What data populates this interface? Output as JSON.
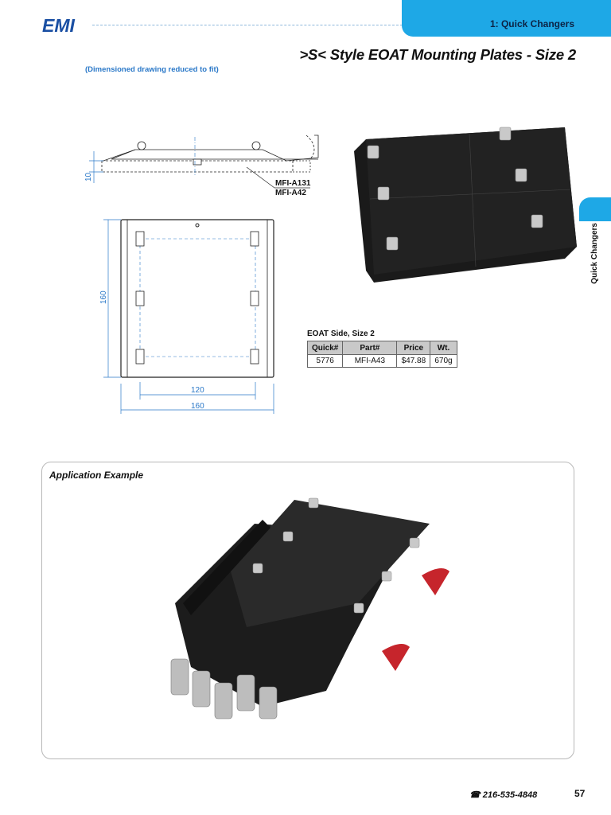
{
  "header": {
    "logo_text": "EMI",
    "section": "1: Quick Changers"
  },
  "title": ">S< Style EOAT Mounting Plates - Size 2",
  "drawing_note": "(Dimensioned drawing reduced to fit)",
  "drawing": {
    "dim_height": "10",
    "callout_1": "MFI-A131",
    "callout_2": "MFI-A42",
    "dim_side": "160",
    "dim_inner": "120",
    "dim_outer": "160"
  },
  "side_tab": "Quick Changers",
  "table": {
    "title": "EOAT Side, Size 2",
    "headers": [
      "Quick#",
      "Part#",
      "Price",
      "Wt."
    ],
    "rows": [
      [
        "5776",
        "MFI-A43",
        "$47.88",
        "670g"
      ]
    ]
  },
  "application": {
    "title": "Application Example"
  },
  "footer": {
    "phone": "216-535-4848",
    "page_number": "57"
  },
  "colors": {
    "accent": "#1ea8e6",
    "dimension": "#2a78c8",
    "plate": "#1a1a1a"
  }
}
